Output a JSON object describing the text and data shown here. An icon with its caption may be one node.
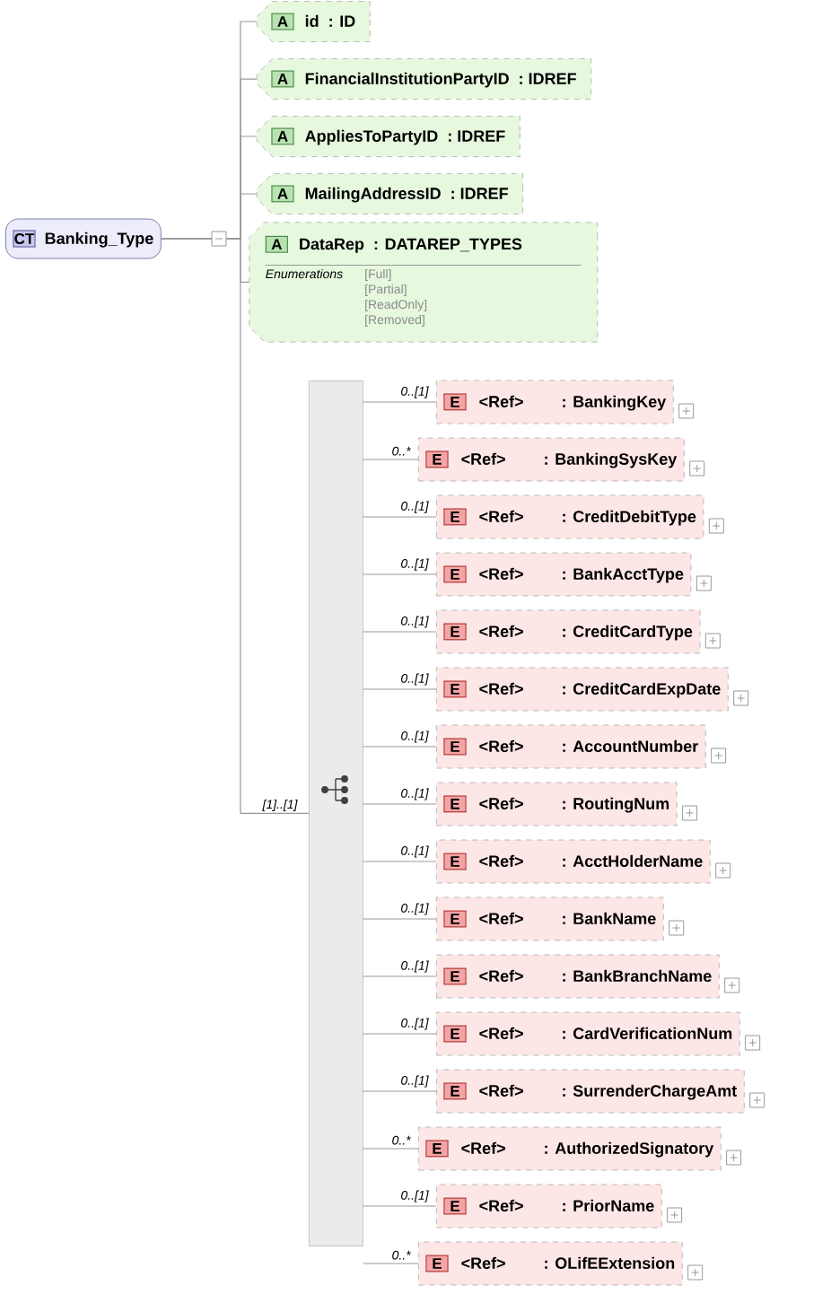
{
  "diagram": {
    "nodes": [
      {
        "text": [
          "CT",
          "Banking_Type"
        ]
      },
      {
        "text": [
          "A",
          "id",
          ": ID"
        ]
      },
      {
        "text": [
          "A",
          "FinancialInstitutionPartyID",
          ": IDREF"
        ]
      },
      {
        "text": [
          "A",
          "AppliesToPartyID",
          ": IDREF"
        ]
      },
      {
        "text": [
          "A",
          "MailingAddressID",
          ": IDREF"
        ]
      },
      {
        "text": [
          "A",
          "DataRep",
          ": DATAREP_TYPES",
          "Enumerations",
          "[Full]",
          "[Partial]",
          "[ReadOnly]",
          "[Removed]"
        ]
      },
      {
        "text": [],
        "shape": "bar"
      },
      {
        "text": [
          "E",
          "<Ref>",
          ": BankingKey"
        ],
        "beside": [
          "0..[1]"
        ]
      },
      {
        "text": [
          "E",
          "<Ref>",
          ": BankingSysKey"
        ],
        "beside": [
          "0..*"
        ]
      },
      {
        "text": [
          "E",
          "<Ref>",
          ": CreditDebitType"
        ],
        "beside": [
          "0..[1]"
        ]
      },
      {
        "text": [
          "E",
          "<Ref>",
          ": BankAcctType"
        ],
        "beside": [
          "0..[1]"
        ]
      },
      {
        "text": [
          "E",
          "<Ref>",
          ": CreditCardType"
        ],
        "beside": [
          "0..[1]"
        ]
      },
      {
        "text": [
          "E",
          "<Ref>",
          ": CreditCardExpDate"
        ],
        "beside": [
          "0..[1]"
        ]
      },
      {
        "text": [
          "E",
          "<Ref>",
          ": AccountNumber"
        ],
        "beside": [
          "0..[1]"
        ]
      },
      {
        "text": [
          "E",
          "<Ref>",
          ": RoutingNum"
        ],
        "beside": [
          "0..[1]"
        ]
      },
      {
        "text": [
          "E",
          "<Ref>",
          ": AcctHolderName"
        ],
        "beside": [
          "0..[1]"
        ]
      },
      {
        "text": [
          "E",
          "<Ref>",
          ": BankName"
        ],
        "beside": [
          "0..[1]"
        ]
      },
      {
        "text": [
          "E",
          "<Ref>",
          ": BankBranchName"
        ],
        "beside": [
          "0..[1]"
        ]
      },
      {
        "text": [
          "E",
          "<Ref>",
          ": CardVerificationNum"
        ],
        "beside": [
          "0..[1]"
        ]
      },
      {
        "text": [
          "E",
          "<Ref>",
          ": SurrenderChargeAmt"
        ],
        "beside": [
          "0..[1]"
        ]
      },
      {
        "text": [
          "E",
          "<Ref>",
          ": AuthorizedSignatory"
        ],
        "beside": [
          "0..*"
        ]
      },
      {
        "text": [
          "E",
          "<Ref>",
          ": PriorName"
        ],
        "beside": [
          "0..[1]"
        ]
      },
      {
        "text": [
          "E",
          "<Ref>",
          ": OLifEExtension"
        ],
        "beside": [
          "0..*"
        ]
      }
    ],
    "edges": [
      {
        "from": 0,
        "to": 1,
        "arrow": "none"
      },
      {
        "from": 0,
        "to": 2,
        "arrow": "none"
      },
      {
        "from": 0,
        "to": 3,
        "arrow": "none"
      },
      {
        "from": 0,
        "to": 4,
        "arrow": "none"
      },
      {
        "from": 0,
        "to": 5,
        "arrow": "none"
      },
      {
        "from": 0,
        "to": 6,
        "arrow": "none",
        "label": "[1]..[1]"
      },
      {
        "from": 6,
        "to": 7,
        "arrow": "none"
      },
      {
        "from": 6,
        "to": 8,
        "arrow": "none"
      },
      {
        "from": 6,
        "to": 9,
        "arrow": "none"
      },
      {
        "from": 6,
        "to": 10,
        "arrow": "none"
      },
      {
        "from": 6,
        "to": 11,
        "arrow": "none"
      },
      {
        "from": 6,
        "to": 12,
        "arrow": "none"
      },
      {
        "from": 6,
        "to": 13,
        "arrow": "none"
      },
      {
        "from": 6,
        "to": 14,
        "arrow": "none"
      },
      {
        "from": 6,
        "to": 15,
        "arrow": "none"
      },
      {
        "from": 6,
        "to": 16,
        "arrow": "none"
      },
      {
        "from": 6,
        "to": 17,
        "arrow": "none"
      },
      {
        "from": 6,
        "to": 18,
        "arrow": "none"
      },
      {
        "from": 6,
        "to": 19,
        "arrow": "none"
      },
      {
        "from": 6,
        "to": 20,
        "arrow": "none"
      },
      {
        "from": 6,
        "to": 21,
        "arrow": "none"
      },
      {
        "from": 6,
        "to": 22,
        "arrow": "none"
      }
    ]
  }
}
